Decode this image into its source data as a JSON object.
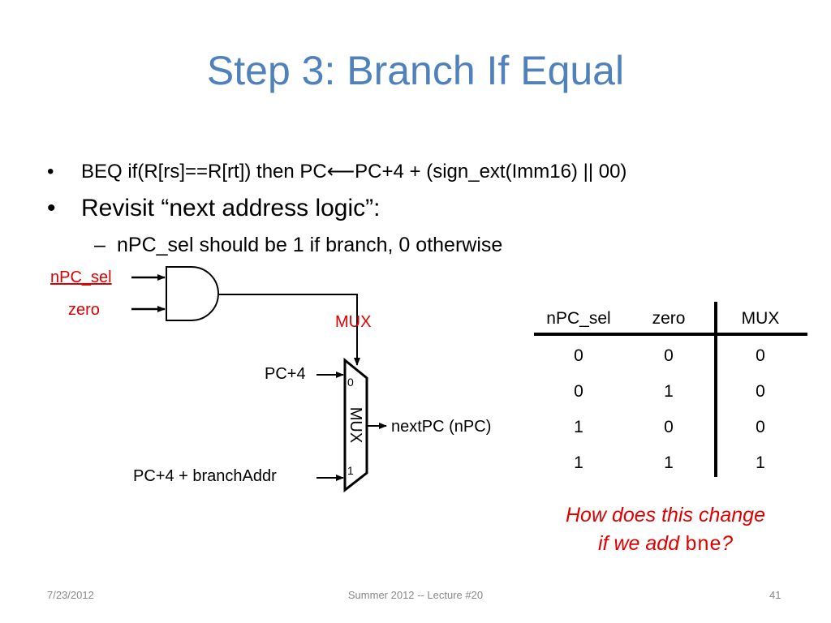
{
  "slide": {
    "title": "Step 3: Branch If Equal",
    "bullets": [
      {
        "marker": "•",
        "text": "BEQ if(R[rs]==R[rt]) then PC⟵PC+4 + (sign_ext(Imm16) || 00)"
      },
      {
        "marker": "•",
        "text": "Revisit “next address logic”:"
      }
    ],
    "subbullet": {
      "marker": "–",
      "text": "nPC_sel should be 1 if branch, 0 otherwise"
    }
  },
  "diagram": {
    "gate_input_a": "nPC_sel",
    "gate_input_b": "zero",
    "mux_select_label": "MUX",
    "mux_body_label": "MUX",
    "mux_input0_label": "PC+4",
    "mux_input1_label": "PC+4 + branchAddr",
    "mux_port0": "0",
    "mux_port1": "1",
    "mux_output_label": "nextPC (nPC)"
  },
  "truth_table": {
    "headers": [
      "nPC_sel",
      "zero",
      "MUX"
    ],
    "rows": [
      [
        "0",
        "0",
        "0"
      ],
      [
        "0",
        "1",
        "0"
      ],
      [
        "1",
        "0",
        "0"
      ],
      [
        "1",
        "1",
        "1"
      ]
    ]
  },
  "question": {
    "line1": "How does this change",
    "line2_prefix": "if we add ",
    "code": "bne",
    "suffix": "?"
  },
  "footer": {
    "date": "7/23/2012",
    "center": "Summer 2012 -- Lecture #20",
    "page": "41"
  },
  "colors": {
    "title": "#4f81bd",
    "highlight": "#e00000"
  }
}
